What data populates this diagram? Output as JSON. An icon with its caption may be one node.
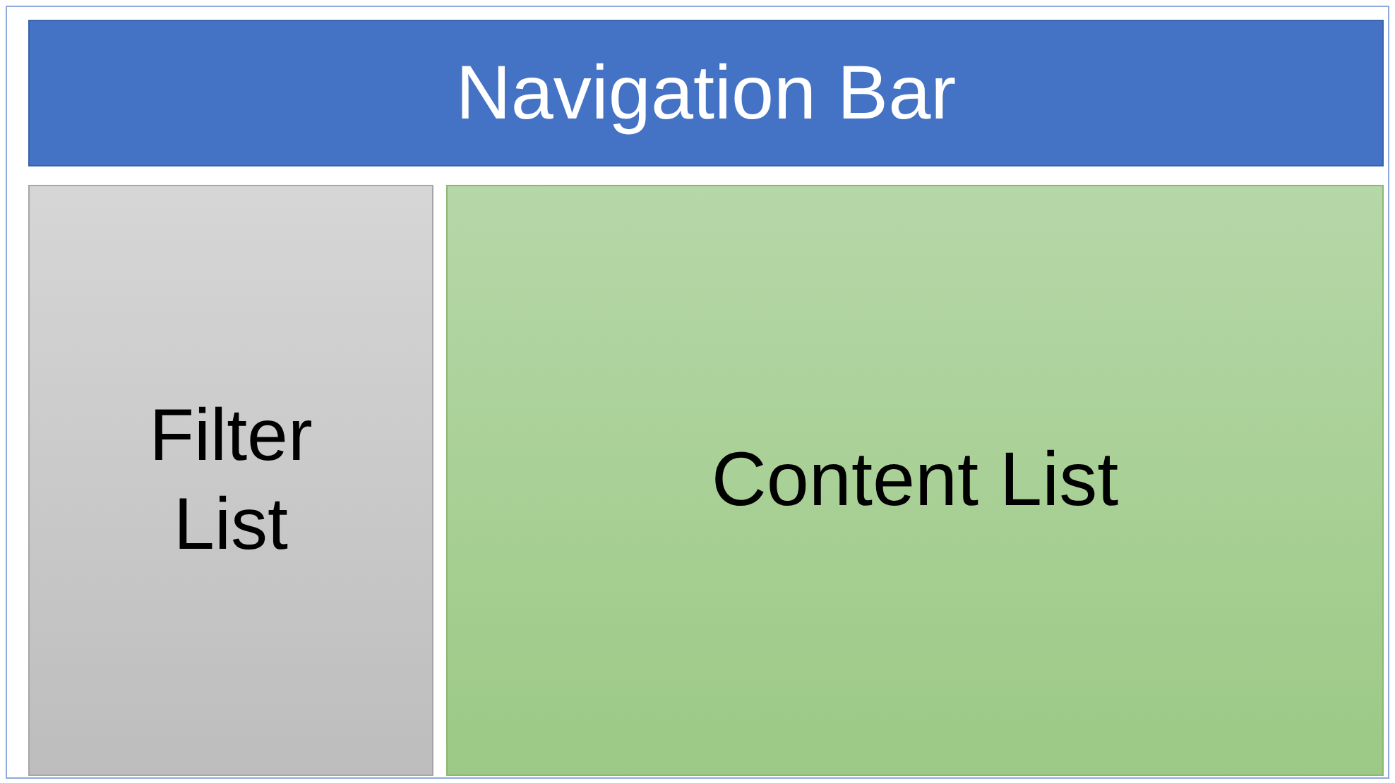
{
  "diagram": {
    "nodes": [
      {
        "text": [
          "Navigation Bar"
        ]
      },
      {
        "text": [
          "Filter List"
        ]
      },
      {
        "text": [
          "Content List"
        ]
      }
    ]
  }
}
